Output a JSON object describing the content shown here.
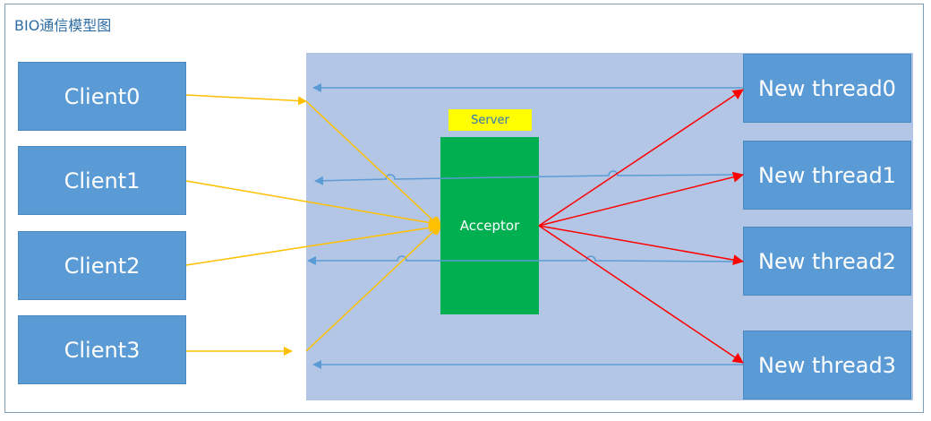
{
  "title": "BIO通信模型图",
  "clients": [
    "Client0",
    "Client1",
    "Client2",
    "Client3"
  ],
  "threads": [
    "New thread0",
    "New thread1",
    "New thread2",
    "New thread3"
  ],
  "server_label": "Server",
  "acceptor_label": "Acceptor",
  "colors": {
    "client_box": "#5b9bd5",
    "server_bg": "#b4c6e5",
    "acceptor": "#00b050",
    "server_label_bg": "#ffff00",
    "request_arrow": "#ffc000",
    "dispatch_arrow": "#ff0000",
    "response_arrow": "#5b9bd5"
  }
}
